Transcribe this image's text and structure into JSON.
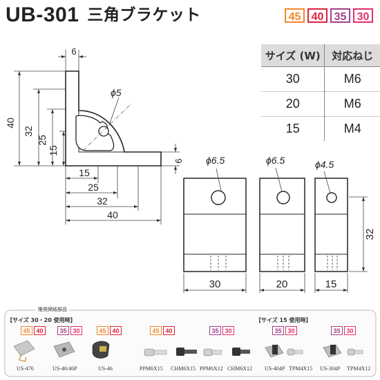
{
  "title": {
    "model": "UB-301",
    "name": "三角ブラケット"
  },
  "size_badges": [
    {
      "label": "45",
      "color": "#f0882a"
    },
    {
      "label": "40",
      "color": "#e0203a"
    },
    {
      "label": "35",
      "color": "#a0408a"
    },
    {
      "label": "30",
      "color": "#e0306a"
    }
  ],
  "spec_table": {
    "headers": [
      "サイズ (W)",
      "対応ねじ"
    ],
    "rows": [
      [
        "30",
        "M6"
      ],
      [
        "20",
        "M6"
      ],
      [
        "15",
        "M4"
      ]
    ]
  },
  "side_view": {
    "dims": [
      "6",
      "40",
      "32",
      "25",
      "15",
      "ϕ5",
      "6",
      "15",
      "25",
      "32",
      "40"
    ]
  },
  "front_views": [
    {
      "hole": "ϕ6.5",
      "width": "30"
    },
    {
      "hole": "ϕ6.5",
      "width": "20"
    },
    {
      "hole": "ϕ4.5",
      "width": "15",
      "height": "32"
    }
  ],
  "parts": {
    "heading": "推奨締結部品",
    "group1": "【サイズ 30・20 使用時】",
    "group2": "【サイズ 15 使用時】",
    "items": [
      {
        "label": "US-476",
        "badges": [
          "45",
          "40"
        ]
      },
      {
        "label": "US-46/46P",
        "badges": [
          "35",
          "30"
        ]
      },
      {
        "label": "US-46",
        "badges": [
          "45",
          "40"
        ]
      },
      {
        "label": "PPM6X15",
        "badges": [
          "45",
          "40"
        ]
      },
      {
        "label": "CHM6X15",
        "badges": []
      },
      {
        "label": "PPM6X12",
        "badges": [
          "35",
          "30"
        ]
      },
      {
        "label": "CHM6X12",
        "badges": []
      },
      {
        "label": "US-404P",
        "badges": [
          "35",
          "30"
        ]
      },
      {
        "label": "TPM4X15",
        "badges": []
      },
      {
        "label": "US-304P",
        "badges": [
          "35",
          "30"
        ]
      },
      {
        "label": "TPM4X12",
        "badges": []
      }
    ]
  }
}
